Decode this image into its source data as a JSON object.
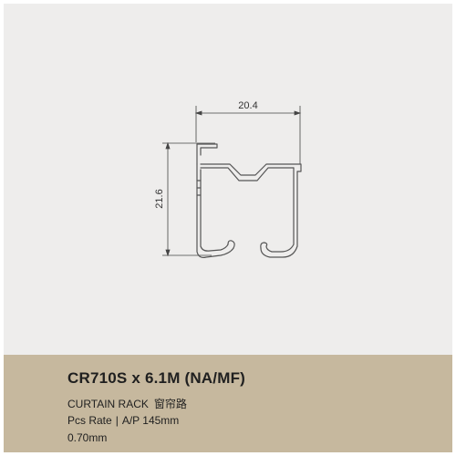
{
  "drawing": {
    "width_label": "20.4",
    "height_label": "21.6"
  },
  "product": {
    "code": "CR710S x 6.1M (NA/MF)",
    "name": "CURTAIN RACK",
    "name_cn": "窗帘路",
    "pcs_rate_label": "Pcs Rate",
    "separator": "|",
    "ap_value": "A/P 145mm",
    "thickness": "0.70mm"
  },
  "colors": {
    "drawing_background": "#eeedec",
    "info_background": "#c6b89e"
  }
}
